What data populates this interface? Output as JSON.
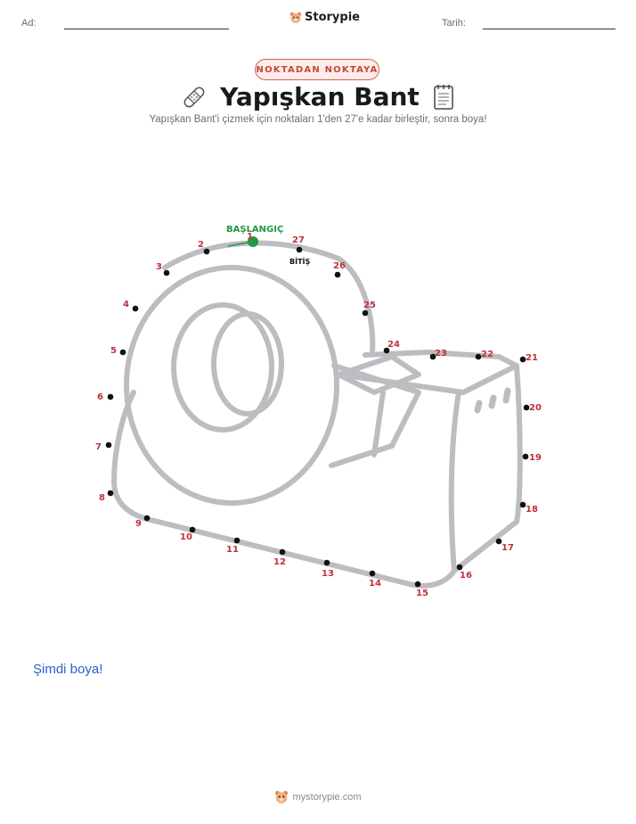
{
  "header": {
    "name_label": "Ad:",
    "date_label": "Tarih:",
    "brand": "Storypie"
  },
  "badge": "NOKTADAN NOKTAYA",
  "title": "Yapışkan Bant",
  "subtitle": "Yapışkan Bant'i çizmek için noktaları 1'den 27'e kadar birleştir, sonra boya!",
  "puzzle": {
    "start_label": "BAŞLANGIÇ",
    "end_label": "BİTİŞ",
    "dots": [
      {
        "n": "1"
      },
      {
        "n": "2"
      },
      {
        "n": "3"
      },
      {
        "n": "4"
      },
      {
        "n": "5"
      },
      {
        "n": "6"
      },
      {
        "n": "7"
      },
      {
        "n": "8"
      },
      {
        "n": "9"
      },
      {
        "n": "10"
      },
      {
        "n": "11"
      },
      {
        "n": "12"
      },
      {
        "n": "13"
      },
      {
        "n": "14"
      },
      {
        "n": "15"
      },
      {
        "n": "16"
      },
      {
        "n": "17"
      },
      {
        "n": "18"
      },
      {
        "n": "19"
      },
      {
        "n": "20"
      },
      {
        "n": "21"
      },
      {
        "n": "22"
      },
      {
        "n": "23"
      },
      {
        "n": "24"
      },
      {
        "n": "25"
      },
      {
        "n": "26"
      },
      {
        "n": "27"
      }
    ]
  },
  "color_prompt": "Şimdi boya!",
  "footer": "mystorypie.com",
  "colors": {
    "badge_border": "#d9604f",
    "number": "#c0303a",
    "start": "#1f9a40",
    "prompt": "#2a5fcf",
    "outline": "#bdbcc0"
  }
}
